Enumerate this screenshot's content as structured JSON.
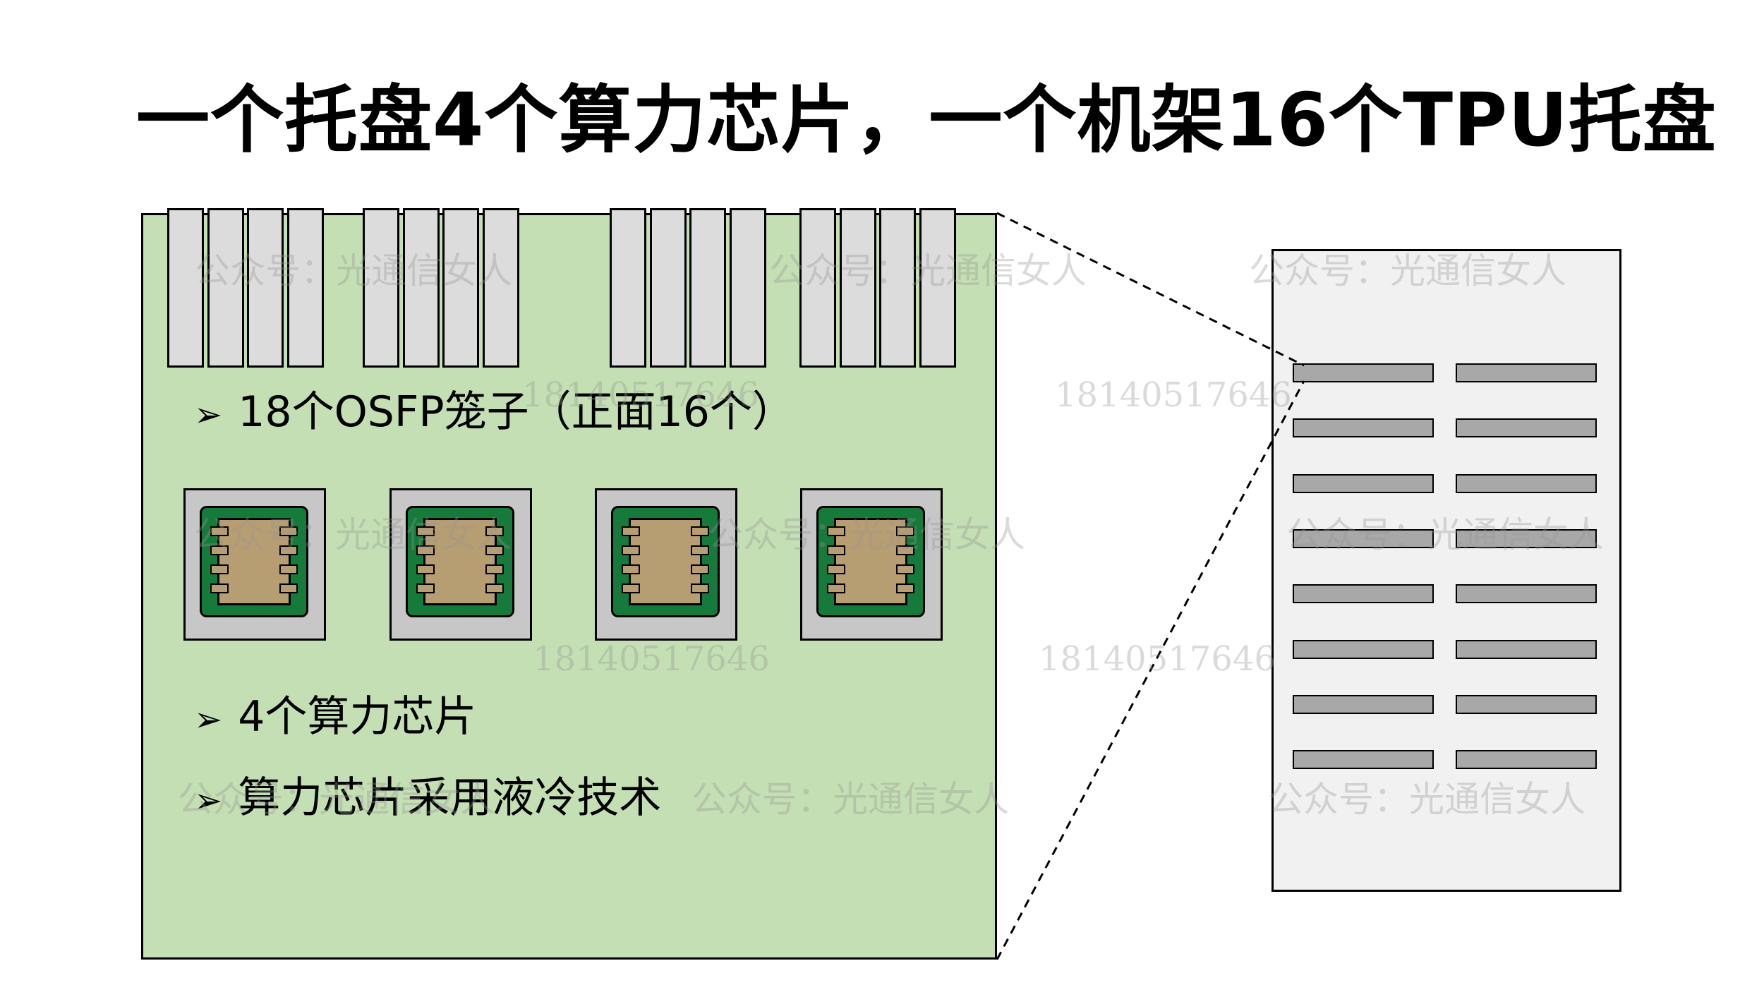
{
  "title": "一个托盘4个算力芯片，一个机架16个TPU托盘",
  "tray": {
    "cage_groups": 4,
    "cages_per_group": 4,
    "chip_count": 4,
    "bullets": [
      "18个OSFP笼子（正面16个）",
      "4个算力芯片",
      "算力芯片采用液冷技术"
    ],
    "bullet_symbol": "➢"
  },
  "rack": {
    "rows": 8,
    "columns": 2
  },
  "watermarks": {
    "text": "公众号：光通信女人",
    "number": "18140517646"
  },
  "colors": {
    "tray_fill": "#c4dfb3",
    "cage_fill": "#dcdcdc",
    "chip_package": "#c7c7c7",
    "chip_substrate": "#157a3a",
    "chip_die": "#b79d72",
    "rack_fill": "#f1f1f1",
    "rack_slot": "#a8a8a8"
  }
}
